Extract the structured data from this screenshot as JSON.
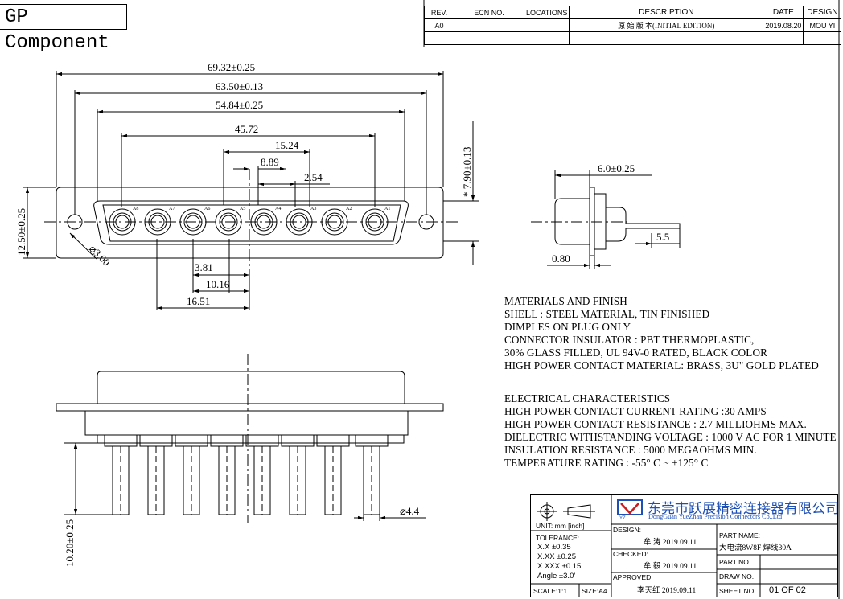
{
  "header": {
    "title": "GP Component"
  },
  "revision_table": {
    "headers": {
      "rev": "REV.",
      "ecn": "ECN NO.",
      "locations": "LOCATIONS",
      "description": "DESCRIPTION",
      "date": "DATE",
      "design": "DESIGN"
    },
    "row": {
      "rev": "A0",
      "ecn": "",
      "locations": "",
      "description": "原 始 版 本(INITIAL EDITION)",
      "date": "2019.08.20",
      "design": "MOU  YI"
    }
  },
  "dimensions": {
    "d1": "69.32±0.25",
    "d2": "63.50±0.13",
    "d3": "54.84±0.25",
    "d4": "45.72",
    "d5": "15.24",
    "d6": "8.89",
    "d7": "2.54",
    "d8": "3.81",
    "d9": "10.16",
    "d10": "16.51",
    "height": "12.50±0.25",
    "side_height": "* 7.90±0.13",
    "hole": "⌀3.00",
    "side_depth": "6.0±0.25",
    "side_tail": "5.5",
    "side_flange": "0.80",
    "pin_length": "10.20±0.25",
    "pin_dia": "⌀4.4"
  },
  "contact_labels": [
    "A8",
    "A7",
    "A6",
    "A5",
    "A4",
    "A3",
    "A2",
    "A1"
  ],
  "notes": {
    "materials": [
      "MATERIALS AND FINISH",
      "SHELL : STEEL MATERIAL, TIN FINISHED",
      "DIMPLES ON PLUG ONLY",
      "CONNECTOR INSULATOR : PBT THERMOPLASTIC,",
      "30% GLASS FILLED, UL 94V-0 RATED, BLACK COLOR",
      "HIGH POWER CONTACT MATERIAL: BRASS, 3U\" GOLD PLATED"
    ],
    "electrical": [
      "ELECTRICAL CHARACTERISTICS",
      "HIGH POWER CONTACT CURRENT RATING :30 AMPS",
      "HIGH POWER CONTACT RESISTANCE : 2.7 MILLIOHMS MAX.",
      "DIELECTRIC WITHSTANDING VOLTAGE : 1000 V AC FOR 1 MINUTE",
      "INSULATION RESISTANCE : 5000 MEGAOHMS MIN.",
      "TEMPERATURE RATING : -55° C ~ +125° C"
    ]
  },
  "title_block": {
    "company_cn": "东莞市跃展精密连接器有限公司",
    "company_en": "DongGuan YueZhan Precision Connectors Co.,Ltd",
    "unit": "UNIT:  mm [inch]",
    "tolerance_label": "TOLERANCE:",
    "tolerances": [
      "X.X    ±0.35",
      "X.XX   ±0.25",
      "X.XXX  ±0.15",
      "Angle   ±3.0'"
    ],
    "scale": "SCALE:1:1",
    "size": "SIZE:A4",
    "design_label": "DESIGN:",
    "design_value": "牟  涛 2019.09.11",
    "checked_label": "CHECKED:",
    "checked_value": "牟  毅 2019.09.11",
    "approved_label": "APPROVED:",
    "approved_value": "李天红 2019.09.11",
    "part_name_label": "PART NAME:",
    "part_name_value": "大电流8W8F 焊线30A",
    "part_no_label": "PART NO.",
    "draw_no_label": "DRAW NO.",
    "sheet_no_label": "SHEET NO.",
    "sheet_no_value": "01  OF  02",
    "logo": "YZ"
  }
}
